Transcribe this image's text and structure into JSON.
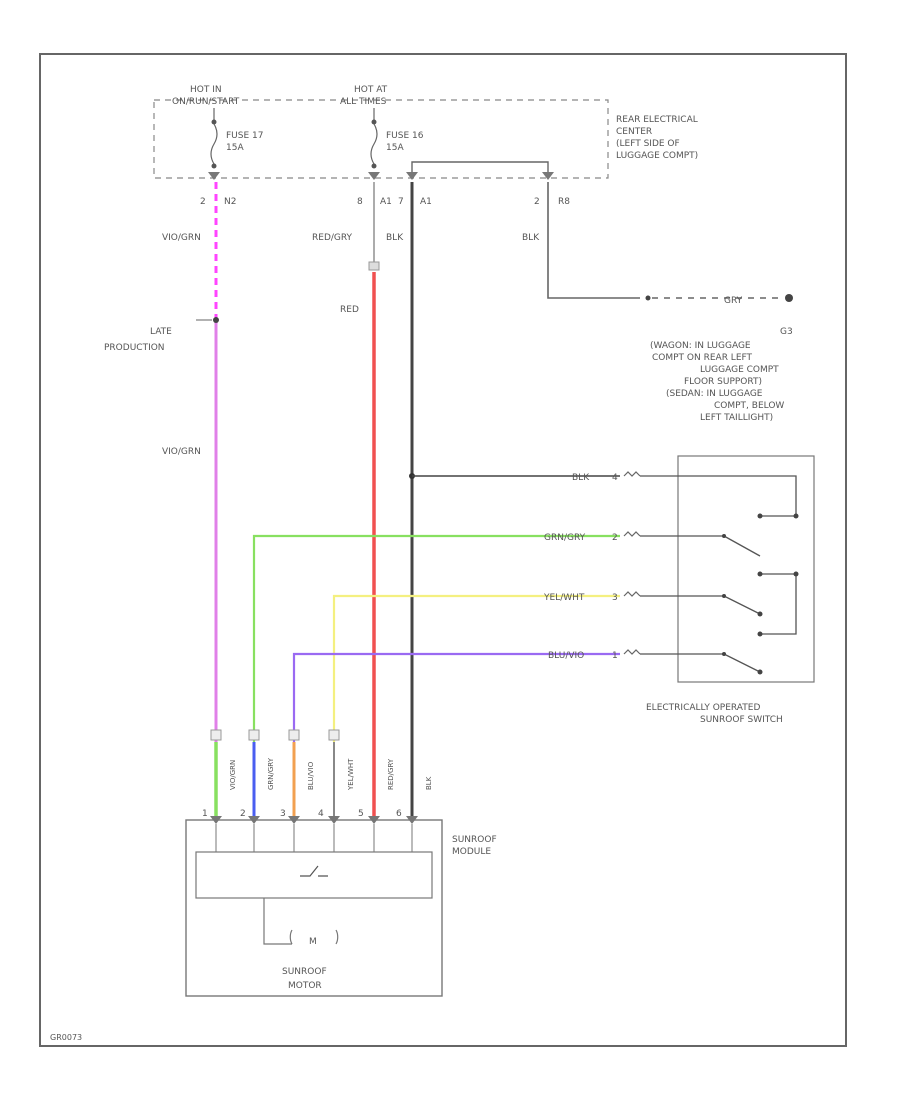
{
  "power": {
    "hot1_label": "HOT IN",
    "hot1_sub": "ON/RUN/START",
    "hot2_label": "HOT AT",
    "hot2_sub": "ALL TIMES",
    "fuse1_label": "FUSE 17",
    "fuse1_rating": "15A",
    "fuse2_label": "FUSE 16",
    "fuse2_rating": "15A"
  },
  "center": {
    "line1": "REAR ELECTRICAL",
    "line2": "CENTER",
    "line3": "(LEFT SIDE OF",
    "line4": "LUGGAGE COMPT)"
  },
  "connectors": {
    "c1_pin": "2",
    "c1_id": "N2",
    "c2_pin": "8",
    "c2_id": "A1",
    "c3_pin": "7",
    "c3_id": "A1",
    "c4_pin": "2",
    "c4_id": "R8"
  },
  "wires": {
    "vio_grn_top": "VIO/GRN",
    "red_gry": "RED/GRY",
    "blk_top": "BLK",
    "blk_right": "BLK",
    "red": "RED",
    "vio_grn_mid": "VIO/GRN",
    "late_line1": "LATE",
    "late_line2": "PRODUCTION",
    "gray": "GRY"
  },
  "ground": {
    "id": "G3",
    "line1": "(WAGON: IN LUGGAGE",
    "line2": "COMPT ON REAR LEFT",
    "line3": "LUGGAGE COMPT",
    "line4": "FLOOR SUPPORT)",
    "line5": "(SEDAN: IN LUGGAGE",
    "line6": "COMPT, BELOW",
    "line7": "LEFT TAILLIGHT)"
  },
  "switch": {
    "label1": "ELECTRICALLY OPERATED",
    "label2": "SUNROOF SWITCH",
    "pins": [
      {
        "wire": "BLK",
        "pin": "4"
      },
      {
        "wire": "GRN/GRY",
        "pin": "2"
      },
      {
        "wire": "YEL/WHT",
        "pin": "3"
      },
      {
        "wire": "BLU/VIO",
        "pin": "1"
      }
    ]
  },
  "module": {
    "label1": "SUNROOF",
    "label2": "MODULE",
    "motor1": "SUNROOF",
    "motor2": "MOTOR",
    "motor_symbol": "M",
    "pins": [
      "1",
      "2",
      "3",
      "4",
      "5",
      "6"
    ],
    "wire_codes": [
      "VIO/GRN",
      "GRN/GRY",
      "BLU/VIO",
      "YEL/WHT",
      "RED/GRY",
      "BLK"
    ]
  },
  "footer": {
    "code": "GR0073"
  },
  "colors": {
    "violet": "#e080e8",
    "magenta": "#ff44ff",
    "green": "#88e060",
    "yellow": "#f4f080",
    "purple": "#9a6af2",
    "red": "#f05050",
    "black": "#444444",
    "blue": "#4a5ef0",
    "orange": "#f2a050",
    "gray": "#888888"
  }
}
